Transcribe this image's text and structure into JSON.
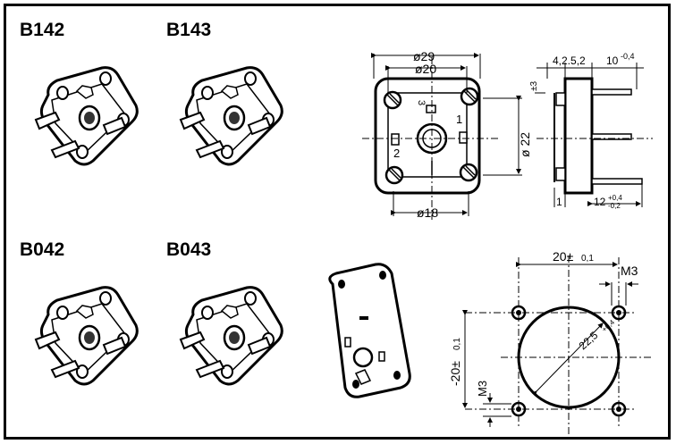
{
  "labels": {
    "b142": "B142",
    "b143": "B143",
    "b042": "B042",
    "b043": "B043"
  },
  "drawing_top": {
    "dia29": "ø29",
    "dia20": "ø20",
    "dia18": "ø18",
    "dia22": "ø 22",
    "pin1": "1",
    "pin2": "2",
    "pin3": "3",
    "dim_spacing": "4,2.5,2",
    "dim_10": "10",
    "dim_10_tol": "-0,4",
    "dim_12": "12",
    "dim_12_tol_upper": "+0,4",
    "dim_12_tol_lower": "-0,2",
    "dim_1": "1",
    "dim_3": "±3"
  },
  "drawing_bottom": {
    "dim_20h": "20±",
    "dim_20h_tol": "0,1",
    "m3_top": "M3",
    "m3_left": "M3",
    "dim_20v": "-20±",
    "dim_20v_tol": "0,1",
    "dia225": "22,5",
    "dia225_tol": "+0,4"
  },
  "colors": {
    "ink": "#000000",
    "paper": "#ffffff"
  }
}
